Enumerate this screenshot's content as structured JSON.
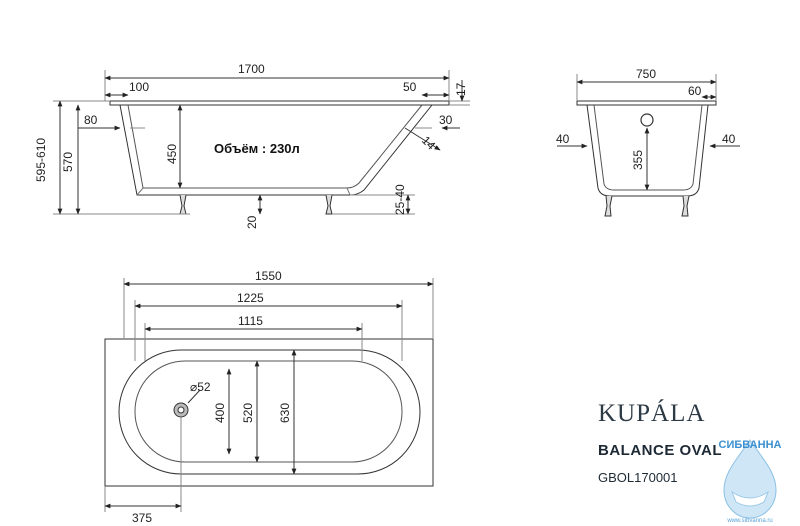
{
  "side_view": {
    "total_length": "1700",
    "rim_left": "100",
    "rim_right": "50",
    "rim_height": "17",
    "left_edge": "80",
    "right_edge": "30",
    "wall_angle": "14",
    "inner_depth": "450",
    "height_range": "595-610",
    "height": "570",
    "floor_gap": "20",
    "leg_adjust": "25-40",
    "volume": "Объём : 230л"
  },
  "end_view": {
    "width": "750",
    "rim": "60",
    "left_side": "40",
    "right_side": "40",
    "depth": "355"
  },
  "top_view": {
    "outer_length": "1550",
    "bowl_length": "1225",
    "floor_length": "1115",
    "drain_diameter": "⌀52",
    "floor_width": "400",
    "bowl_width": "520",
    "width": "630",
    "drain_offset": "375"
  },
  "product": {
    "brand": "KUPÁLA",
    "model": "BALANCE OVAL",
    "code": "GBOL170001"
  },
  "watermark": {
    "text": "СИБВАННА",
    "url": "www.sibvanna.ru"
  }
}
